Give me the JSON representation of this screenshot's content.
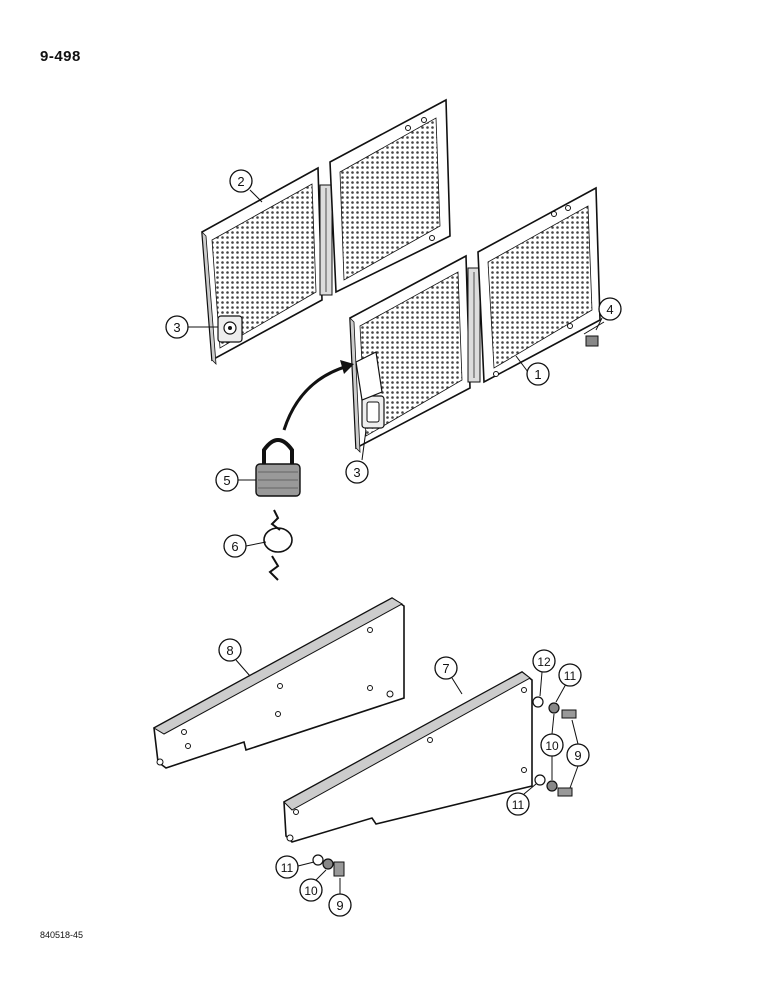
{
  "page_number": "9-498",
  "reference_code": "840518-45",
  "colors": {
    "ink": "#111111",
    "paper": "#ffffff",
    "mesh": "#555555"
  },
  "callouts": [
    {
      "id": "c2",
      "label": "2"
    },
    {
      "id": "c3a",
      "label": "3"
    },
    {
      "id": "c3b",
      "label": "3"
    },
    {
      "id": "c1",
      "label": "1"
    },
    {
      "id": "c4",
      "label": "4"
    },
    {
      "id": "c5",
      "label": "5"
    },
    {
      "id": "c6",
      "label": "6"
    },
    {
      "id": "c8",
      "label": "8"
    },
    {
      "id": "c7",
      "label": "7"
    },
    {
      "id": "c12",
      "label": "12"
    },
    {
      "id": "c11a",
      "label": "11"
    },
    {
      "id": "c10a",
      "label": "10"
    },
    {
      "id": "c9a",
      "label": "9"
    },
    {
      "id": "c11b",
      "label": "11"
    },
    {
      "id": "c11c",
      "label": "11"
    },
    {
      "id": "c10b",
      "label": "10"
    },
    {
      "id": "c9b",
      "label": "9"
    }
  ]
}
